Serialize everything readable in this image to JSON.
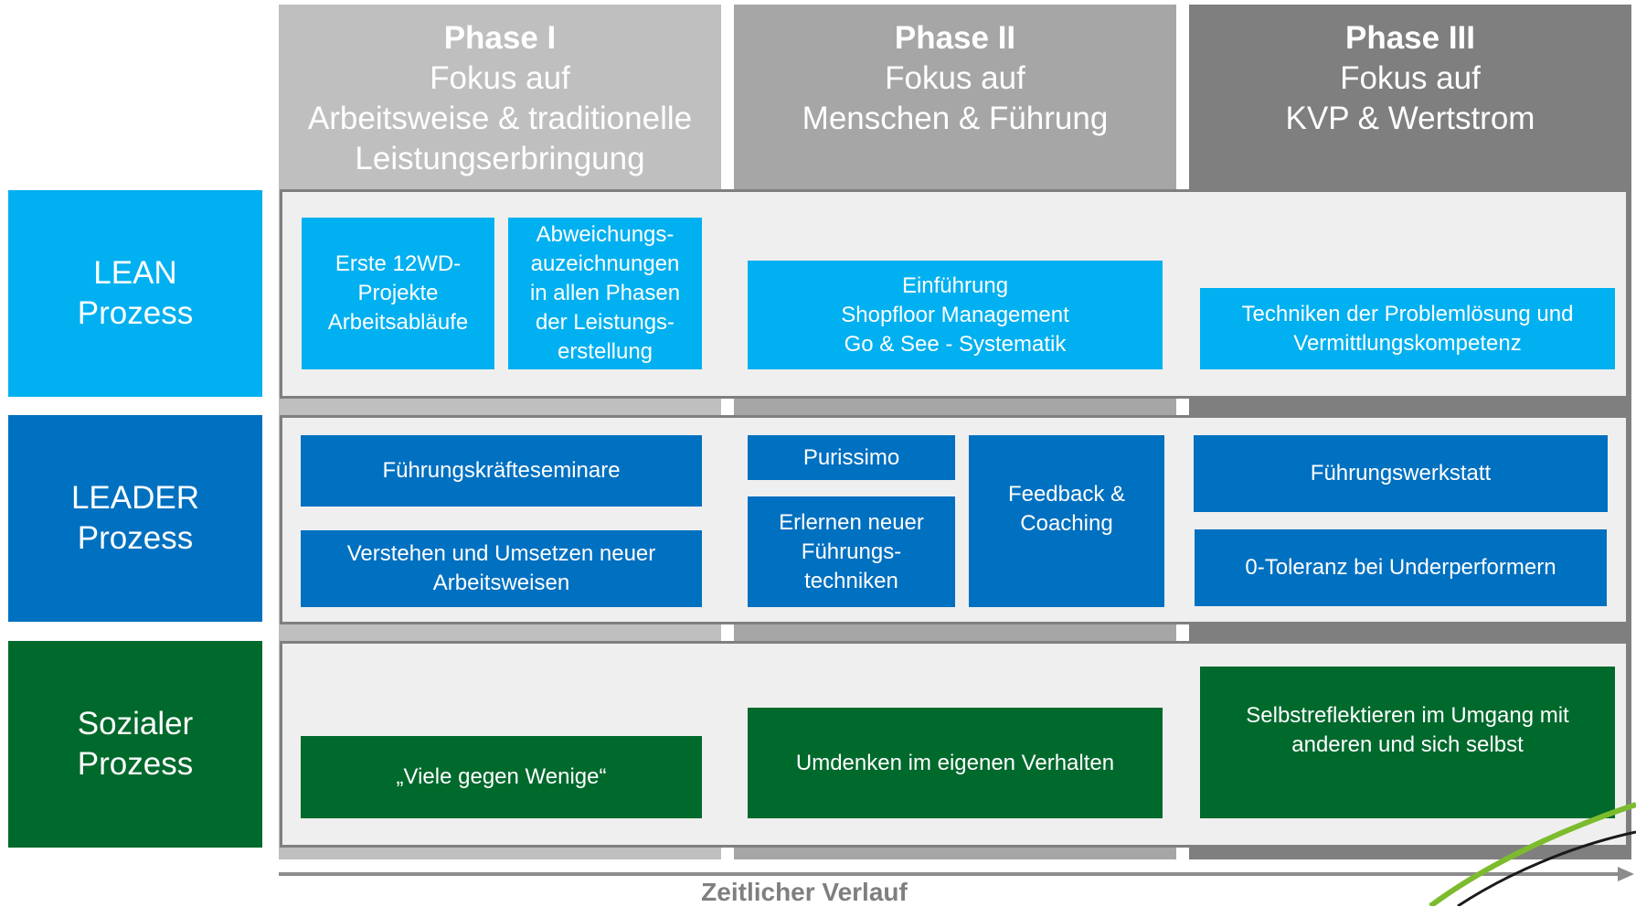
{
  "phases": [
    {
      "title": "Phase I",
      "lines": [
        "Fokus auf",
        "Arbeitsweise & traditionelle",
        "Leistungserbringung"
      ],
      "color": "#bfbfbf"
    },
    {
      "title": "Phase II",
      "lines": [
        "Fokus auf",
        "Menschen & Führung"
      ],
      "color": "#a6a6a6"
    },
    {
      "title": "Phase III",
      "lines": [
        "Fokus auf",
        "KVP & Wertstrom"
      ],
      "color": "#7f7f7f"
    }
  ],
  "rows": {
    "lean": {
      "label_1": "LEAN",
      "label_2": "Prozess",
      "color": "#00b0f0"
    },
    "leader": {
      "label_1": "LEADER",
      "label_2": "Prozess",
      "color": "#0070c0"
    },
    "social": {
      "label_1": "Sozialer",
      "label_2": "Prozess",
      "color": "#00692c"
    }
  },
  "boxes": {
    "lean_p1_a": "Erste 12WD-\nProjekte\nArbeitsabläufe",
    "lean_p1_b": "Abweichungs-\nauzeichnungen\nin allen Phasen\nder Leistungs-\nerstellung",
    "lean_p2": "Einführung\nShopfloor Management\nGo & See - Systematik",
    "lean_p3": "Techniken der Problemlösung und\nVermittlungskompetenz",
    "leader_p1_a": "Führungskräfteseminare",
    "leader_p1_b": "Verstehen und Umsetzen neuer\nArbeitsweisen",
    "leader_p2_a": "Purissimo",
    "leader_p2_b": "Erlernen neuer\nFührungs-\ntechniken",
    "leader_p2_c": "Feedback &\nCoaching",
    "leader_p3_a": "Führungswerkstatt",
    "leader_p3_b": "0-Toleranz bei Underperformern",
    "social_p1": "„Viele gegen Wenige“",
    "social_p2": "Umdenken im eigenen Verhalten",
    "social_p3": "Selbstreflektieren im Umgang mit\nanderen und sich selbst"
  },
  "axis": {
    "label": "Zeitlicher Verlauf"
  }
}
